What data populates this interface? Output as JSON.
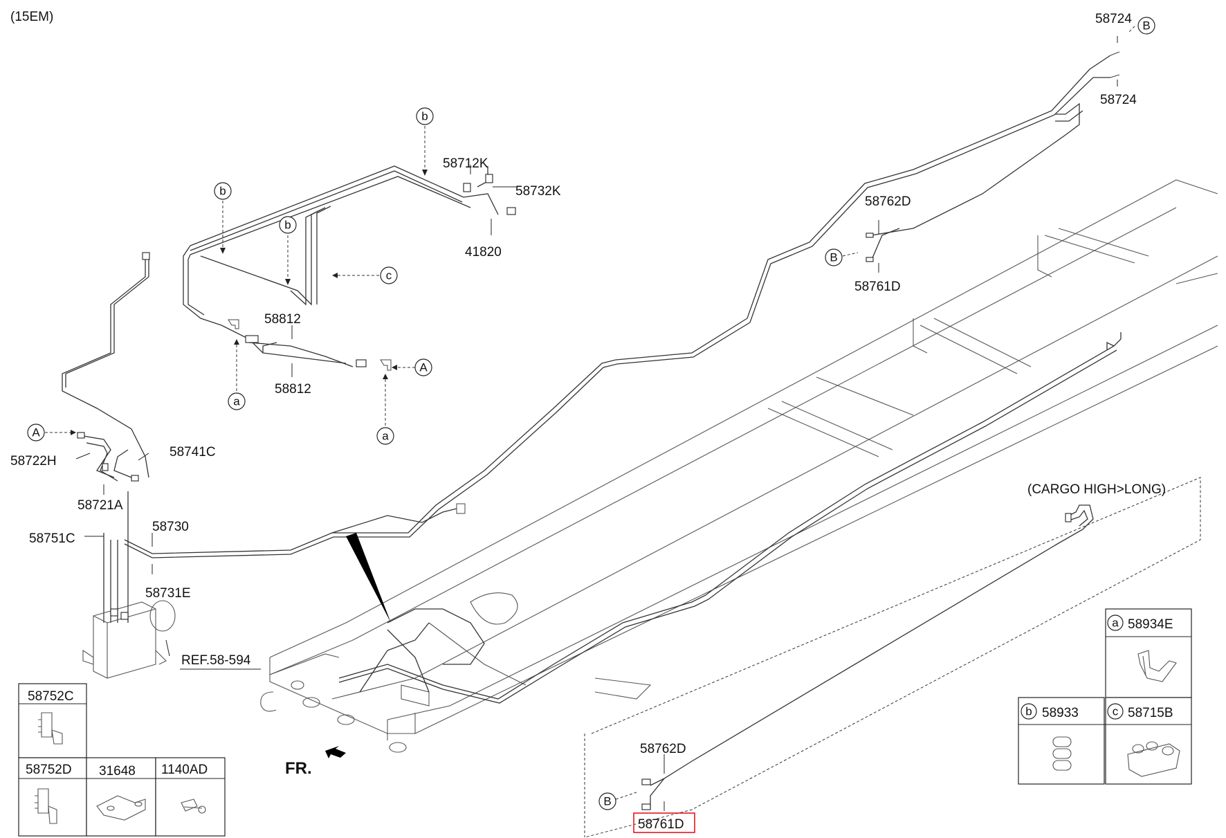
{
  "header": {
    "model_code": "(15EM)"
  },
  "callout_letters": {
    "A": "A",
    "B": "B",
    "a": "a",
    "b": "b",
    "c": "c"
  },
  "part_labels": {
    "p58724_top": "58724",
    "p58724_bottom": "58724",
    "p58712K": "58712K",
    "p58732K": "58732K",
    "p41820": "41820",
    "p58812_top": "58812",
    "p58812_bottom": "58812",
    "p58762D_upper": "58762D",
    "p58761D_upper": "58761D",
    "p58741C": "58741C",
    "p58722H": "58722H",
    "p58721A": "58721A",
    "p58751C": "58751C",
    "p58730": "58730",
    "p58731E": "58731E",
    "ref": "REF.58-594",
    "p58762D_lower": "58762D",
    "p58761D_lower": "58761D",
    "front": "FR.",
    "variant_note": "(CARGO HIGH>LONG)"
  },
  "highlighted_part": "58761D",
  "legend_right": {
    "a_part": "58934E",
    "b_part": "58933",
    "c_part": "58715B"
  },
  "legend_left": {
    "p1": "58752C",
    "p2": "58752D",
    "p3": "31648",
    "p4": "1140AD"
  },
  "colors": {
    "line": "#333333",
    "highlight": "#e8141b",
    "background": "#ffffff"
  }
}
